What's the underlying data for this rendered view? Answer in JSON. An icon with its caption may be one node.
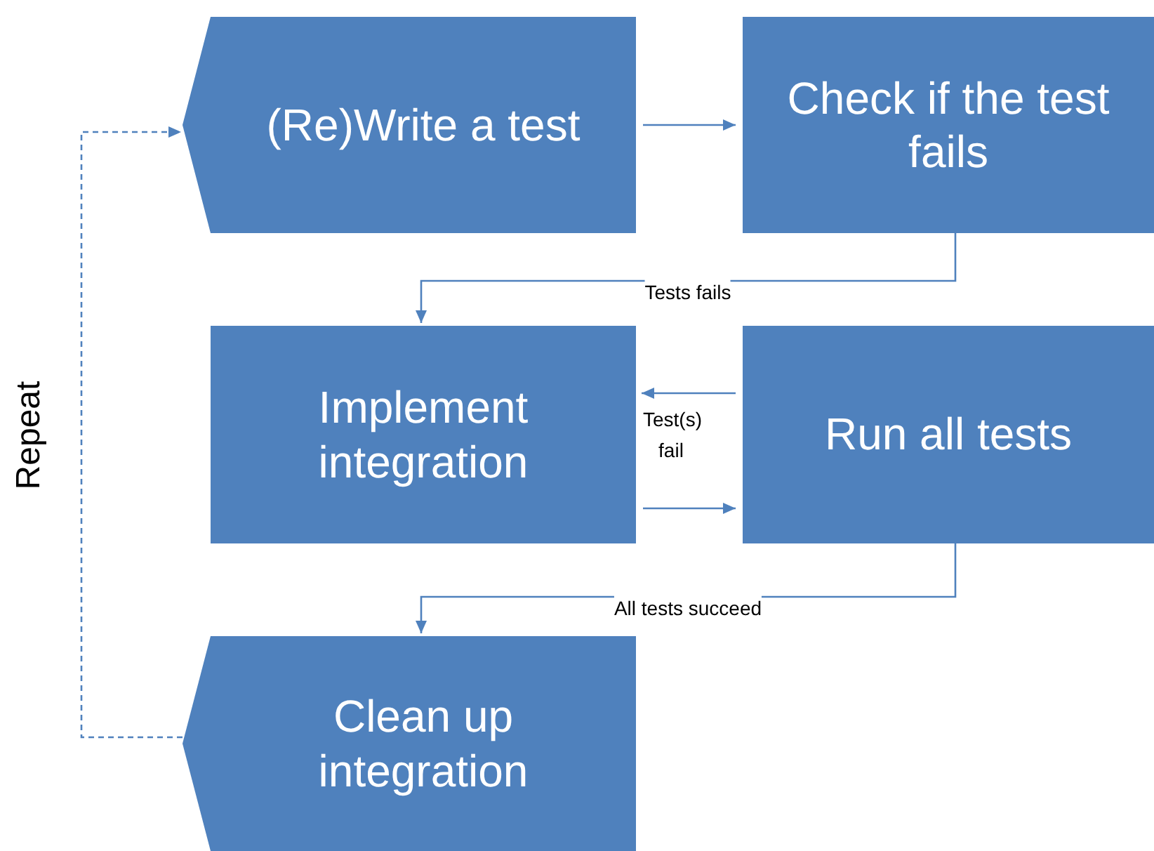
{
  "diagram": {
    "nodes": [
      {
        "text": [
          "(Re)Write a test"
        ]
      },
      {
        "text": [
          "Check if the test fails"
        ]
      },
      {
        "text": [
          "Implement integration"
        ]
      },
      {
        "text": [
          "Run all tests"
        ]
      },
      {
        "text": [
          "Clean up integration"
        ]
      }
    ],
    "edges": [
      {
        "from": 0,
        "to": 1,
        "arrow": "to"
      },
      {
        "from": 1,
        "to": 2,
        "arrow": "to",
        "label": "Tests fails"
      },
      {
        "from": 3,
        "to": 2,
        "arrow": "to",
        "label": "Test(s) fail"
      },
      {
        "from": 2,
        "to": 3,
        "arrow": "to"
      },
      {
        "from": 3,
        "to": 4,
        "arrow": "to",
        "label": "All tests succeed"
      },
      {
        "from": 4,
        "to": 0,
        "arrow": "to",
        "style": "dashed"
      }
    ],
    "labels": [
      "Repeat"
    ]
  }
}
